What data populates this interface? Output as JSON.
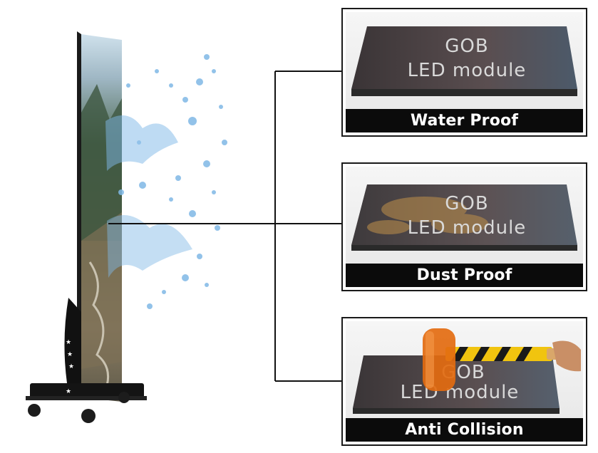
{
  "panels": [
    {
      "caption": "Water Proof",
      "module_line1": "GOB",
      "module_line2": "LED module"
    },
    {
      "caption": "Dust Proof",
      "module_line1": "GOB",
      "module_line2": "LED module"
    },
    {
      "caption": "Anti Collision",
      "module_line1": "GOB",
      "module_line2": "LED module"
    }
  ],
  "colors": {
    "connector_line": "#111111",
    "caption_bg": "#0b0b0b",
    "caption_text": "#ffffff",
    "water_splash": "#7fb8e6",
    "hammer_head": "#e36b10",
    "hazard_yellow": "#f1c40f"
  }
}
